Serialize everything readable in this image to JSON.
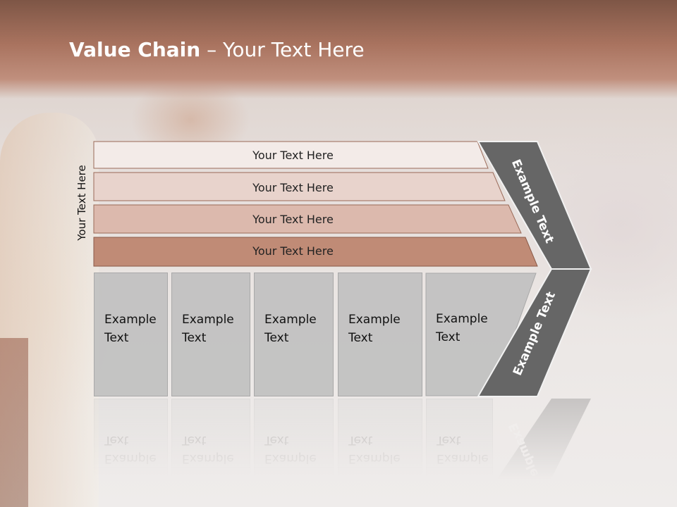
{
  "title": {
    "bold": "Value Chain",
    "rest": " – Your Text Here"
  },
  "side_label": "Your Text Here",
  "bars": [
    {
      "label": "Your Text Here",
      "color": "#f3ebe8"
    },
    {
      "label": "Your Text Here",
      "color": "#e8d3cc"
    },
    {
      "label": "Your Text Here",
      "color": "#dcb9ad"
    },
    {
      "label": "Your Text Here",
      "color": "#c08b76"
    }
  ],
  "boxes": [
    {
      "label": "Example Text"
    },
    {
      "label": "Example Text"
    },
    {
      "label": "Example Text"
    },
    {
      "label": "Example Text"
    },
    {
      "label": "Example Text"
    }
  ],
  "chevron_top_label": "Example Text",
  "chevron_bottom_label": "Example Text",
  "colors": {
    "chevron": "#666666",
    "title_band": "#a9735f",
    "box_fill": "#bebebe"
  }
}
